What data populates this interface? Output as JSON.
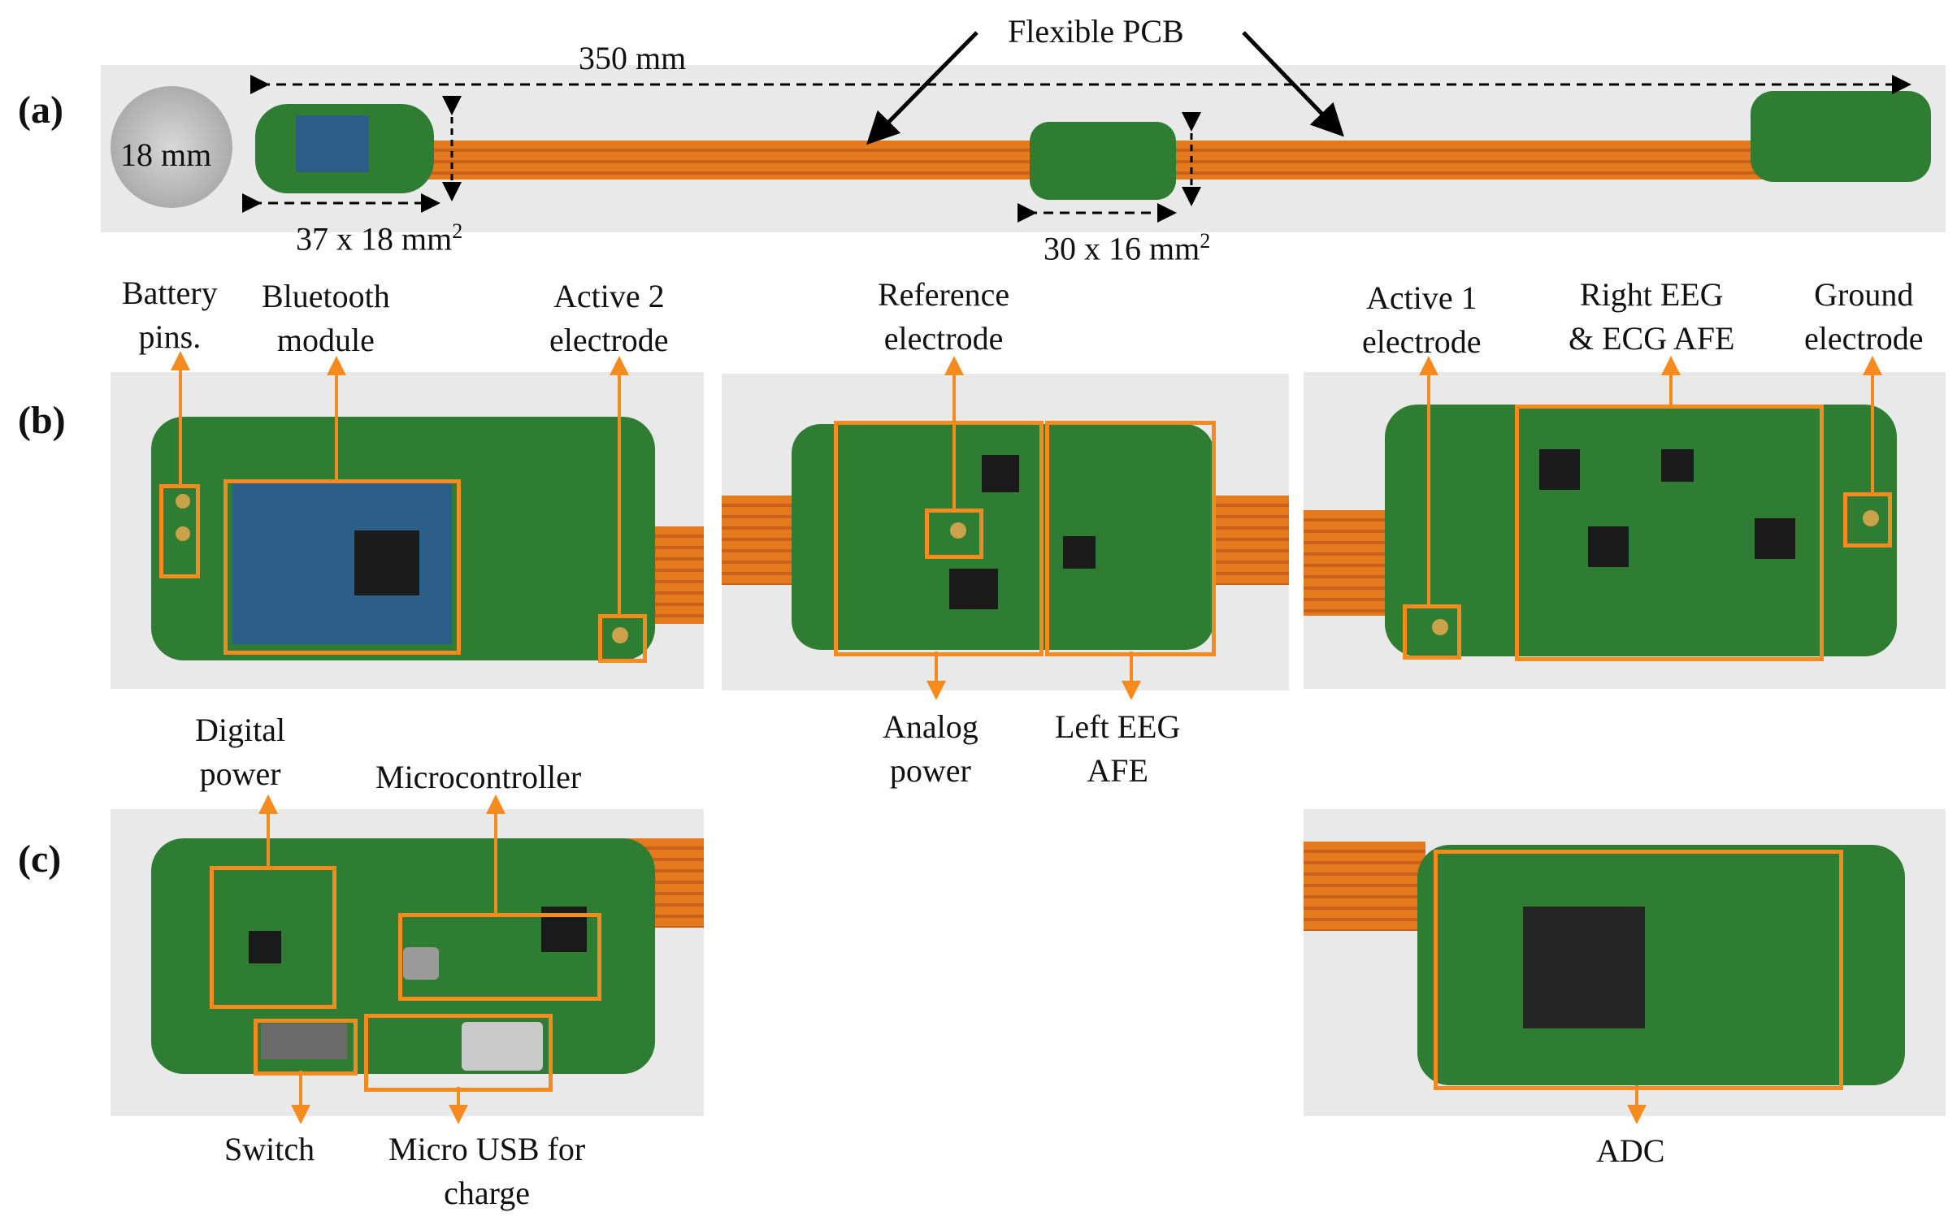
{
  "panels": {
    "a": "(a)",
    "b": "(b)",
    "c": "(c)"
  },
  "panel_a": {
    "flex_pcb": "Flexible PCB",
    "length": "350 mm",
    "coin": "18 mm",
    "dim_left": "37 x 18 mm",
    "dim_mid": "30 x 16 mm",
    "superscript": "2"
  },
  "panel_b": {
    "battery_pins": [
      "Battery",
      "pins."
    ],
    "bluetooth": [
      "Bluetooth",
      "module"
    ],
    "active2": [
      "Active 2",
      "electrode"
    ],
    "reference": [
      "Reference",
      "electrode"
    ],
    "active1": [
      "Active 1",
      "electrode"
    ],
    "right_eeg": [
      "Right EEG",
      "& ECG AFE"
    ],
    "ground": [
      "Ground",
      "electrode"
    ],
    "analog_power": [
      "Analog",
      "power"
    ],
    "left_eeg": [
      "Left EEG",
      "AFE"
    ]
  },
  "panel_c": {
    "digital_power": [
      "Digital",
      "power"
    ],
    "microcontroller": "Microcontroller",
    "switch": "Switch",
    "usb": [
      "Micro USB for",
      "charge"
    ],
    "adc": "ADC"
  },
  "colors": {
    "accent": "#f58a1f",
    "pcb": "#2f7d33",
    "flex": "#e4791d"
  }
}
